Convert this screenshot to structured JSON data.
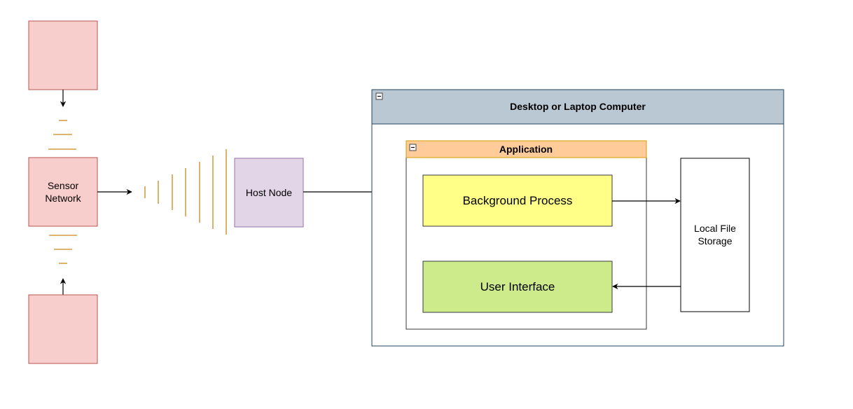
{
  "colors": {
    "sensor_fill": "#f8cecc",
    "sensor_stroke": "#b85450",
    "host_fill": "#e1d5e7",
    "host_stroke": "#9673a6",
    "computer_header_fill": "#bac8d3",
    "computer_stroke": "#23445d",
    "application_header_fill": "#ffcc99",
    "application_header_stroke": "#d79b00",
    "background_process_fill": "#ffff88",
    "user_interface_fill": "#cdeb8b",
    "storage_fill": "#ffffff",
    "signal_wave": "#c9891b",
    "connector": "#000000"
  },
  "nodes": {
    "sensor_top": {
      "label": ""
    },
    "sensor_network": {
      "label_line1": "Sensor",
      "label_line2": "Network"
    },
    "sensor_bottom": {
      "label": ""
    },
    "host_node": {
      "label": "Host Node"
    },
    "computer": {
      "title": "Desktop or Laptop Computer",
      "collapse_symbol": "−"
    },
    "application": {
      "title": "Application",
      "collapse_symbol": "−"
    },
    "background_process": {
      "label": "Background Process"
    },
    "user_interface": {
      "label": "User Interface"
    },
    "local_storage": {
      "label_line1": "Local File",
      "label_line2": "Storage"
    }
  },
  "icons": {
    "wireless_signal": "signal-waves-icon",
    "collapse": "collapse-icon"
  }
}
